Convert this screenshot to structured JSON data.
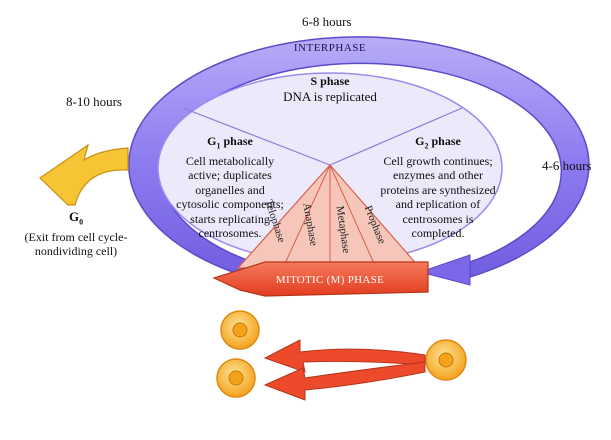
{
  "durations": {
    "s": "6-8 hours",
    "g1": "8-10 hours",
    "g2": "4-6 hours"
  },
  "interphase_label": "INTERPHASE",
  "s_phase": {
    "title": "S phase",
    "desc": "DNA is replicated"
  },
  "g1_phase": {
    "title_main": "G",
    "title_sub": "1",
    "title_rest": " phase",
    "lines": [
      "Cell metabolically",
      "active; duplicates",
      "organelles and",
      "cytosolic components;",
      "starts replicating",
      "centrosomes."
    ]
  },
  "g2_phase": {
    "title_main": "G",
    "title_sub": "2",
    "title_rest": " phase",
    "lines": [
      "Cell growth continues;",
      "enzymes and other",
      "proteins are synthesized",
      "and replication of",
      "centrosomes is",
      "completed."
    ]
  },
  "g0": {
    "title_main": "G",
    "title_sub": "0",
    "lines": [
      "(Exit from cell cycle-",
      "nondividing cell)"
    ]
  },
  "mitotic_stages": [
    "Telophase",
    "Anaphase",
    "Metaphase",
    "Prophase"
  ],
  "mitotic_label": "MITOTIC (M) PHASE",
  "colors": {
    "interphase_ring": "#8f7df0",
    "interphase_fill": "#ece9fb",
    "mitotic_wedge": "#f7c6bb",
    "mitotic_arrow": "#ec4a2a",
    "g0_arrow": "#f7c436",
    "cell_outer": "#f5a21b",
    "cell_inner": "#fbd24e"
  }
}
